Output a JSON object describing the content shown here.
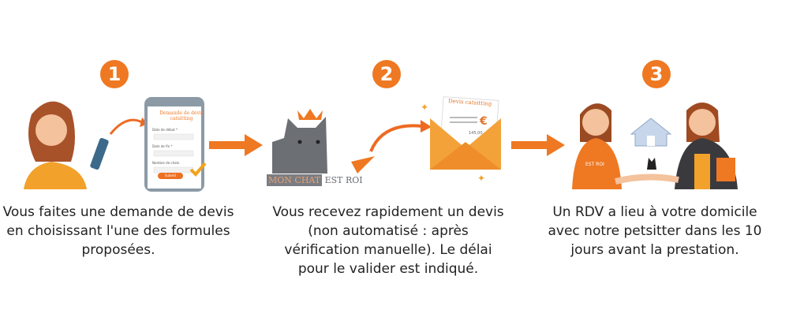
{
  "steps": [
    {
      "number": "1",
      "text": "Vous faites une demande de devis en choisissant l'une des formules proposées.",
      "phone": {
        "title": "Demande de devis catsitting",
        "field1": "Date de début *",
        "field2": "Date de fin *",
        "field3": "Nombre de chats",
        "button": "Submit"
      }
    },
    {
      "number": "2",
      "text": "Vous recevez rapidement un devis (non automatisé : après vérification manuelle). Le délai pour le valider est indiqué.",
      "logo": {
        "part1": "MON CHAT",
        "part2": "EST ROI"
      },
      "letter": {
        "title": "Devis catsitting",
        "currency": "€",
        "amount": "145,00"
      }
    },
    {
      "number": "3",
      "text": "Un RDV a lieu à votre domicile avec notre petsitter dans les 10 jours avant la prestation.",
      "shirt_label": "EST ROI"
    }
  ],
  "colors": {
    "accent": "#ef7822",
    "text": "#222222"
  }
}
